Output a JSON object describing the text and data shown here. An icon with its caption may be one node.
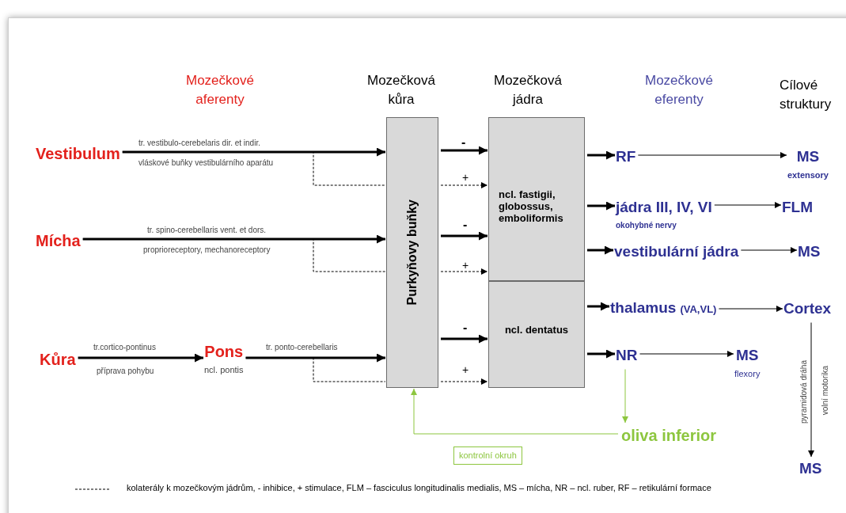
{
  "diagram": {
    "nodes": [
      {
        "text": [
          "Vestibulum"
        ]
      },
      {
        "text": [
          "Mícha"
        ]
      },
      {
        "text": [
          "Kůra"
        ]
      },
      {
        "text": [
          "Pons"
        ],
        "beside": [
          "ncl. pontis"
        ]
      },
      {
        "text": [
          "Purkyňovy buňky"
        ]
      },
      {
        "text": [
          "ncl. fastigii, globossus, emboliformis"
        ]
      },
      {
        "text": [
          "ncl. dentatus"
        ]
      },
      {
        "text": [
          "RF"
        ]
      },
      {
        "text": [
          "jádra III, IV, VI"
        ],
        "beside": [
          "okohybné nervy"
        ]
      },
      {
        "text": [
          "vestibulární jádra"
        ]
      },
      {
        "text": [
          "thalamus",
          "(VA,VL)"
        ]
      },
      {
        "text": [
          "NR"
        ]
      },
      {
        "text": [
          "oliva inferior"
        ]
      },
      {
        "text": [
          "MS"
        ],
        "beside": [
          "extensory"
        ]
      },
      {
        "text": [
          "FLM"
        ]
      },
      {
        "text": [
          "MS"
        ]
      },
      {
        "text": [
          "Cortex"
        ]
      },
      {
        "text": [
          "MS"
        ],
        "beside": [
          "flexory"
        ]
      },
      {
        "text": [
          "MS"
        ]
      }
    ],
    "edges": [
      {
        "from": 0,
        "to": 4,
        "arrow": "to",
        "label": "tr. vestibulo-cerebelaris dir. et indir.",
        "style": "thick"
      },
      {
        "from": 0,
        "to": 4,
        "arrow": "none",
        "style": "dashed"
      },
      {
        "from": 4,
        "to": 5,
        "arrow": "to",
        "label": "+",
        "style": "dashed"
      },
      {
        "from": 4,
        "to": 5,
        "arrow": "to",
        "label": "-",
        "style": "thick"
      },
      {
        "from": 1,
        "to": 4,
        "arrow": "to",
        "label": "tr. spino-cerebellaris vent. et dors.",
        "style": "thick"
      },
      {
        "from": 1,
        "to": 4,
        "arrow": "none",
        "style": "dashed"
      },
      {
        "from": 4,
        "to": 5,
        "arrow": "to",
        "label": "+",
        "style": "dashed"
      },
      {
        "from": 4,
        "to": 5,
        "arrow": "to",
        "label": "-",
        "style": "thick"
      },
      {
        "from": 2,
        "to": 3,
        "arrow": "to",
        "label": "tr.cortico-pontinus",
        "style": "thick"
      },
      {
        "from": 3,
        "to": 4,
        "arrow": "to",
        "label": "tr. ponto-cerebellaris",
        "style": "thick"
      },
      {
        "from": 3,
        "to": 4,
        "arrow": "none",
        "style": "dashed"
      },
      {
        "from": 4,
        "to": 6,
        "arrow": "to",
        "label": "+",
        "style": "dashed"
      },
      {
        "from": 4,
        "to": 6,
        "arrow": "to",
        "label": "-",
        "style": "thick"
      },
      {
        "from": 5,
        "to": 7,
        "arrow": "to",
        "style": "thick"
      },
      {
        "from": 5,
        "to": 8,
        "arrow": "to",
        "style": "thick"
      },
      {
        "from": 5,
        "to": 9,
        "arrow": "to",
        "style": "thick"
      },
      {
        "from": 6,
        "to": 10,
        "arrow": "to",
        "style": "thick"
      },
      {
        "from": 6,
        "to": 11,
        "arrow": "to",
        "style": "thick"
      },
      {
        "from": 7,
        "to": 13,
        "arrow": "to"
      },
      {
        "from": 8,
        "to": 14,
        "arrow": "to"
      },
      {
        "from": 9,
        "to": 15,
        "arrow": "to"
      },
      {
        "from": 10,
        "to": 16,
        "arrow": "to"
      },
      {
        "from": 11,
        "to": 17,
        "arrow": "to"
      },
      {
        "from": 16,
        "to": 18,
        "arrow": "to",
        "label": "pyramidová dráha"
      },
      {
        "from": 11,
        "to": 12,
        "arrow": "to",
        "color": "#8dc63f"
      },
      {
        "from": 12,
        "to": 4,
        "arrow": "to",
        "label": "kontrolní okruh",
        "color": "#8dc63f"
      }
    ],
    "labels": [
      "Mozečkové aferenty",
      "Mozečková kůra",
      "Mozečková jádra",
      "Mozečkové eferenty",
      "Cílové struktury",
      "vláskové buňky vestibulárního aparátu",
      "proprioreceptory, mechanoreceptory",
      "příprava pohybu",
      "volní motorika"
    ],
    "legend": [
      {
        "text": "kolaterály k mozečkovým jádrům,  - inhibice, + stimulace, FLM – fasciculus longitudinalis medialis, MS – mícha, NR – ncl. ruber, RF – retikulární formace"
      }
    ]
  }
}
